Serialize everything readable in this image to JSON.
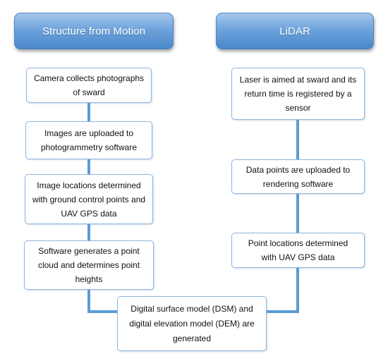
{
  "headers": {
    "sfm": "Structure from Motion",
    "lidar": "LiDAR"
  },
  "sfm_steps": [
    "Camera collects photographs\nof sward",
    "Images are uploaded to\nphotogrammetry software",
    "Image locations determined\nwith ground control points and\nUAV GPS data",
    "Software generates a point\ncloud and determines  point\nheights"
  ],
  "lidar_steps": [
    "Laser is aimed at sward and its\nreturn time is registered by a\nsensor",
    "Data points are uploaded to\nrendering software",
    "Point locations determined\nwith UAV GPS data"
  ],
  "output": "Digital surface model (DSM) and\ndigital elevation model (DEM) are\ngenerated",
  "colors": {
    "header_gradient_top": "#a7c8eb",
    "header_gradient_bottom": "#4a87c9",
    "box_border": "#8fb6de",
    "connector": "#5b9bd5"
  }
}
